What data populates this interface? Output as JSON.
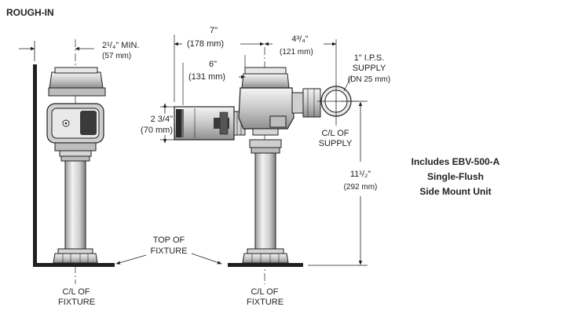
{
  "heading": "ROUGH-IN",
  "left_view": {
    "min_dim": "2¹/₄\" MIN.",
    "min_dim_mm": "(57 mm)",
    "centerline_label": [
      "C/L OF",
      "FIXTURE"
    ]
  },
  "fixture_top": [
    "TOP OF",
    "FIXTURE"
  ],
  "right_view": {
    "dim_7": "7\"",
    "dim_7_mm": "(178 mm)",
    "dim_6": "6\"",
    "dim_6_mm": "(131 mm)",
    "dim_4_3_4": "4³/₄\"",
    "dim_4_3_4_mm": "(121 mm)",
    "supply_size": "1\" I.P.S.",
    "supply_word": "SUPPLY",
    "supply_dn": "(DN 25 mm)",
    "dim_2_3_4": "2 3/4\"",
    "dim_2_3_4_mm": "(70 mm)",
    "supply_centerline": [
      "C/L OF",
      "SUPPLY"
    ],
    "dim_11_1_2": "11¹/₂\"",
    "dim_11_1_2_mm": "(292 mm)",
    "centerline_label": [
      "C/L OF",
      "FIXTURE"
    ]
  },
  "includes_note": [
    "Includes EBV-500-A",
    "Single-Flush",
    "Side Mount Unit"
  ],
  "colors": {
    "ink": "#231f20",
    "metal": "#d9d9d9",
    "metal_dark": "#8c8c8c",
    "sensor": "#3a3a3a"
  }
}
